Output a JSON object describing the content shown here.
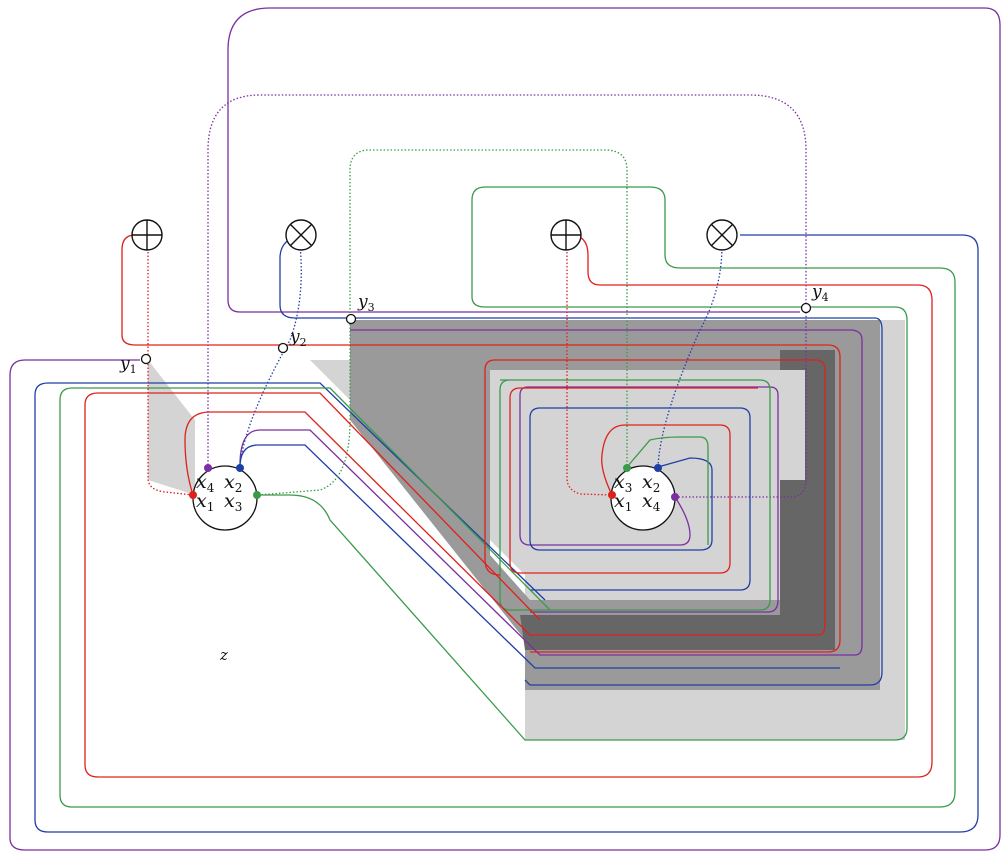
{
  "colors": {
    "red": "#e0201c",
    "blue": "#1f3fa8",
    "green": "#3a9a4a",
    "purple": "#7b2fa0",
    "shade_light": "#d4d4d4",
    "shade_mid": "#9a9a9a",
    "shade_dark": "#666666"
  },
  "symbols": {
    "oplus_1": "oplus",
    "otimes_1": "otimes",
    "oplus_2": "oplus",
    "otimes_2": "otimes"
  },
  "nodes": {
    "y1": {
      "base": "y",
      "sub": "1"
    },
    "y2": {
      "base": "y",
      "sub": "2"
    },
    "y3": {
      "base": "y",
      "sub": "3"
    },
    "y4": {
      "base": "y",
      "sub": "4"
    }
  },
  "left_vertex": {
    "x4": {
      "base": "x",
      "sub": "4"
    },
    "x2": {
      "base": "x",
      "sub": "2"
    },
    "x1": {
      "base": "x",
      "sub": "1"
    },
    "x3": {
      "base": "x",
      "sub": "3"
    }
  },
  "right_vertex": {
    "x3": {
      "base": "x",
      "sub": "3"
    },
    "x2": {
      "base": "x",
      "sub": "2"
    },
    "x1": {
      "base": "x",
      "sub": "1"
    },
    "x4": {
      "base": "x",
      "sub": "4"
    }
  },
  "region_label": "z"
}
